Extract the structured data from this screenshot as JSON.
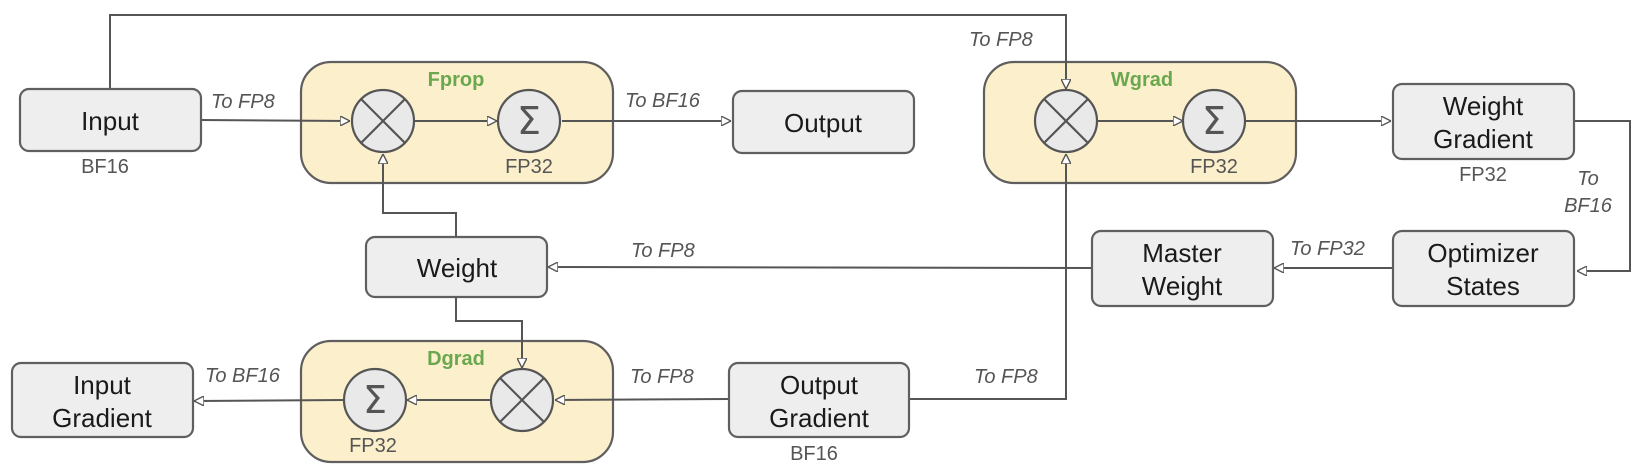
{
  "nodes": {
    "input": {
      "lines": [
        "Input"
      ],
      "precision": "BF16"
    },
    "output": {
      "lines": [
        "Output"
      ]
    },
    "weight": {
      "lines": [
        "Weight"
      ]
    },
    "input_gradient": {
      "lines": [
        "Input",
        "Gradient"
      ]
    },
    "output_gradient": {
      "lines": [
        "Output",
        "Gradient"
      ],
      "precision": "BF16"
    },
    "weight_gradient": {
      "lines": [
        "Weight",
        "Gradient"
      ],
      "precision": "FP32"
    },
    "master_weight": {
      "lines": [
        "Master",
        "Weight"
      ]
    },
    "optimizer_states": {
      "lines": [
        "Optimizer",
        "States"
      ]
    }
  },
  "groups": {
    "fprop": {
      "title": "Fprop",
      "sum_precision": "FP32"
    },
    "wgrad": {
      "title": "Wgrad",
      "sum_precision": "FP32"
    },
    "dgrad": {
      "title": "Dgrad",
      "sum_precision": "FP32"
    }
  },
  "edge_labels": {
    "input_to_fprop": "To FP8",
    "fprop_to_output": "To BF16",
    "input_to_wgrad": "To FP8",
    "master_to_weight": "To FP8",
    "optimizer_to_master": "To FP32",
    "wgrad_to_optimizer": [
      "To",
      "BF16"
    ],
    "dgrad_to_input_gradient": "To BF16",
    "output_gradient_to_dgrad": "To FP8",
    "output_gradient_to_wgrad": "To FP8"
  },
  "colors": {
    "group_fill": "#fcefcb",
    "group_title": "#6aa84f",
    "node_fill": "#eeeeee",
    "stroke": "#5f5f5f"
  }
}
